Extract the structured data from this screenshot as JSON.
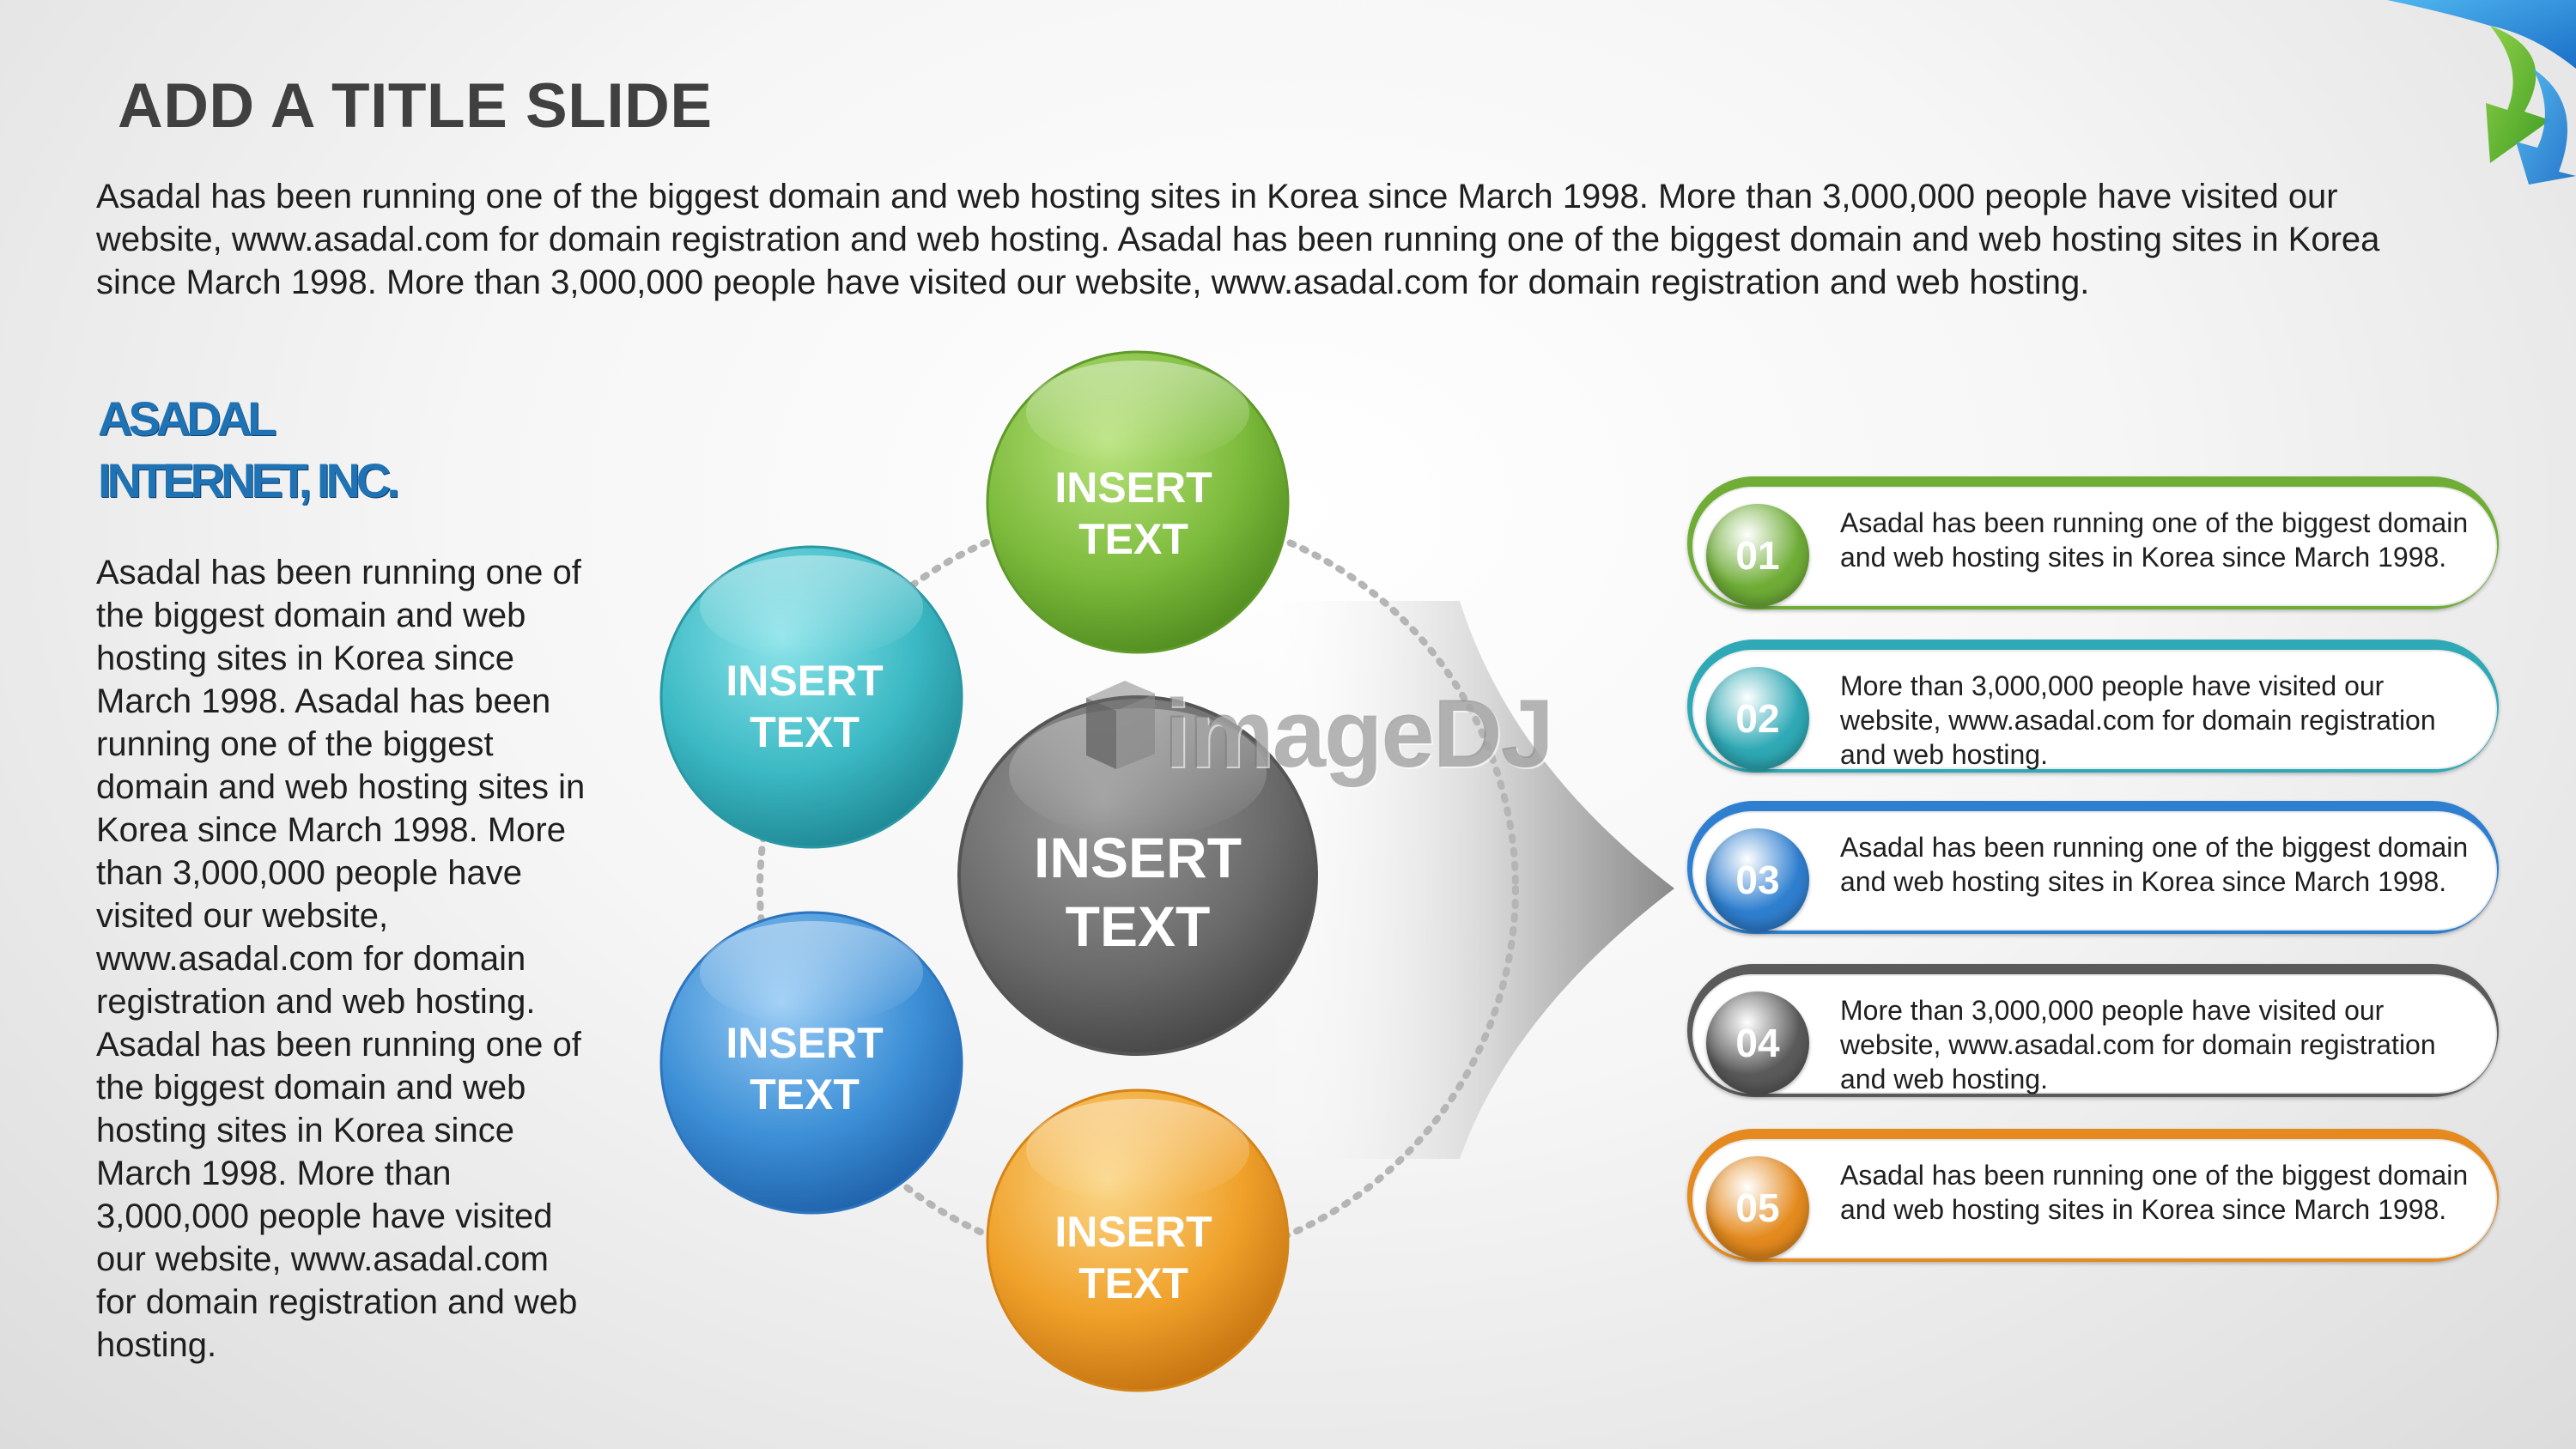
{
  "title": "ADD A TITLE SLIDE",
  "intro": "Asadal has been running one of the biggest domain and web hosting sites in Korea since March 1998. More than 3,000,000 people have visited our website,  www.asadal.com for domain registration and web hosting. Asadal has been running one of the biggest domain and web hosting sites in Korea since March 1998. More than 3,000,000 people have visited our website,  www.asadal.com for domain registration and web hosting.",
  "company": {
    "line1": "ASADAL",
    "line2": "INTERNET, INC."
  },
  "side_text": "Asadal has been running one of the biggest domain and web hosting sites in Korea since March 1998. Asadal has been running one of the biggest domain and web hosting sites in Korea since March 1998. More than 3,000,000 people have visited our website, www.asadal.com for domain registration and web hosting. Asadal has been running one of the biggest domain and web hosting sites in Korea since March 1998. More than 3,000,000 people have visited our website,  www.asadal.com for domain registration and web hosting.",
  "diagram": {
    "center": {
      "line1": "INSERT",
      "line2": "TEXT",
      "color": "#6a6a6a"
    },
    "satellites": [
      {
        "line1": "INSERT",
        "line2": "TEXT",
        "color": "#7dbb3c"
      },
      {
        "line1": "INSERT",
        "line2": "TEXT",
        "color": "#3bb9c4"
      },
      {
        "line1": "INSERT",
        "line2": "TEXT",
        "color": "#3c8fd6"
      },
      {
        "line1": "INSERT",
        "line2": "TEXT",
        "color": "#f0a12a"
      }
    ]
  },
  "watermark": "imageDJ",
  "cards": [
    {
      "number": "01",
      "text": "Asadal has been running one of the biggest domain and web hosting sites in Korea since March 1998.",
      "color": "#6fad37"
    },
    {
      "number": "02",
      "text": "More than 3,000,000 people have visited our website, www.asadal.com for domain registration and web hosting.",
      "color": "#2ea9b5"
    },
    {
      "number": "03",
      "text": "Asadal has been running one of the biggest domain and web hosting sites in Korea since March 1998.",
      "color": "#2f7fd0"
    },
    {
      "number": "04",
      "text": "More than 3,000,000 people have visited our website, www.asadal.com for domain registration and web hosting.",
      "color": "#5a5a5a"
    },
    {
      "number": "05",
      "text": "Asadal has been running one of the biggest domain and web hosting sites in Korea since March 1998.",
      "color": "#e48a1e"
    }
  ]
}
